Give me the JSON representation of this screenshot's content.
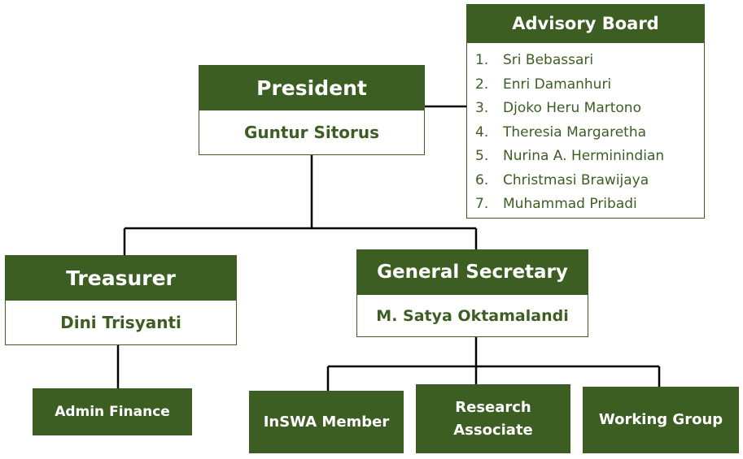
{
  "president": {
    "title": "President",
    "name": "Guntur Sitorus"
  },
  "advisory_board": {
    "title": "Advisory Board",
    "members": [
      {
        "num": "1.",
        "name": "Sri Bebassari"
      },
      {
        "num": "2.",
        "name": "Enri Damanhuri"
      },
      {
        "num": "3.",
        "name": "Djoko Heru Martono"
      },
      {
        "num": "4.",
        "name": "Theresia Margaretha"
      },
      {
        "num": "5.",
        "name": "Nurina A. Herminindian"
      },
      {
        "num": "6.",
        "name": "Christmasi Brawijaya"
      },
      {
        "num": "7.",
        "name": "Muhammad Pribadi"
      }
    ]
  },
  "treasurer": {
    "title": "Treasurer",
    "name": "Dini Trisyanti"
  },
  "general_secretary": {
    "title": "General Secretary",
    "name": "M. Satya Oktamalandi"
  },
  "units": {
    "admin_finance": "Admin Finance",
    "inswa_member": "InSWA Member",
    "research_associate_1": "Research",
    "research_associate_2": "Associate",
    "working_group": "Working Group"
  },
  "colors": {
    "box_fill": "#3d5e22",
    "line": "#000000",
    "background": "#ffffff"
  }
}
